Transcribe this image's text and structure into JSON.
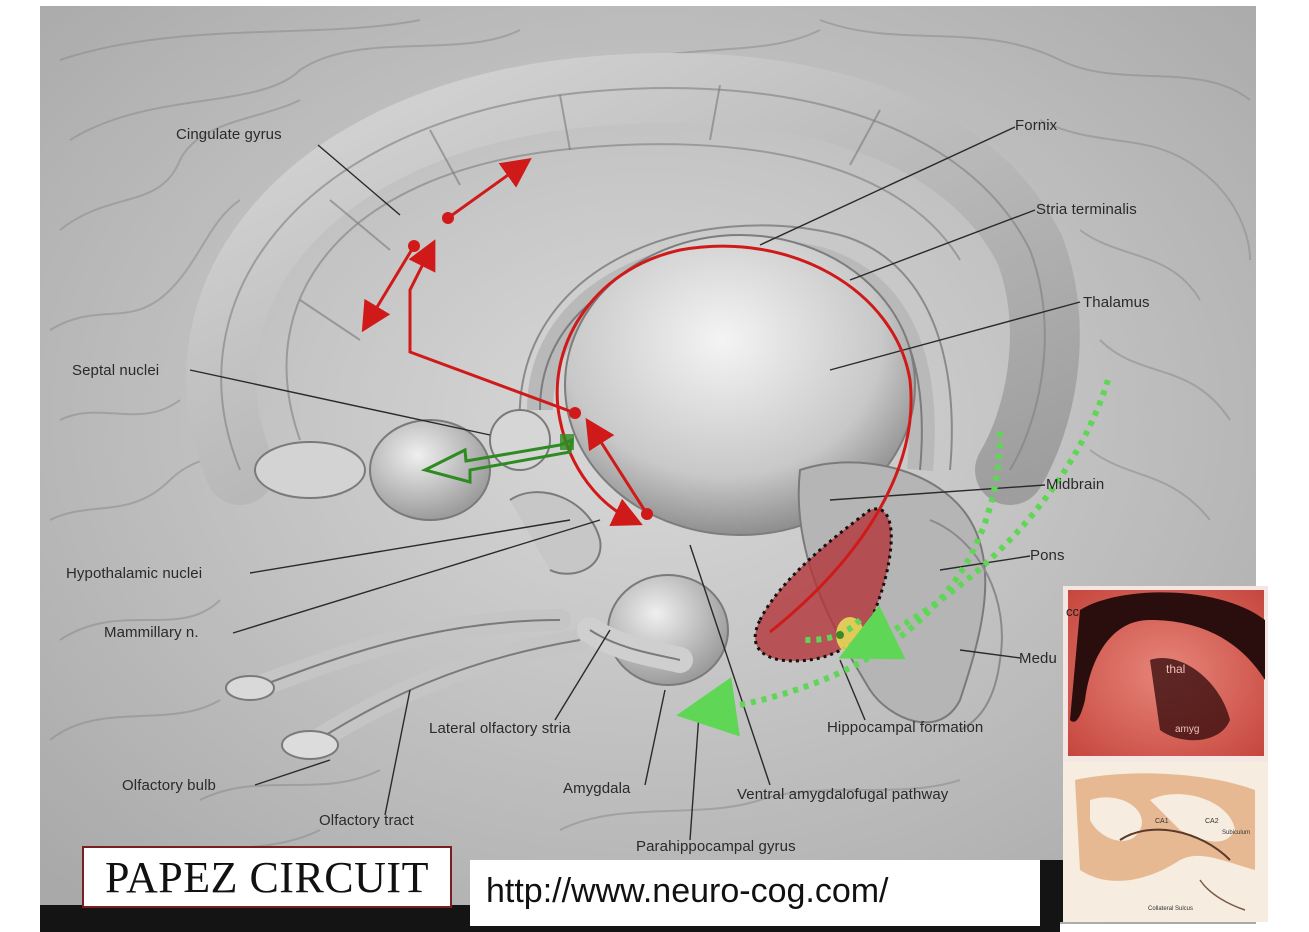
{
  "title": "PAPEZ CIRCUIT",
  "url": "http://www.neuro-cog.com/",
  "labels": {
    "cingulate_gyrus": "Cingulate gyrus",
    "fornix": "Fornix",
    "stria_terminalis": "Stria terminalis",
    "thalamus": "Thalamus",
    "septal_nuclei": "Septal nuclei",
    "midbrain": "Midbrain",
    "pons": "Pons",
    "medulla": "Medu",
    "hypothalamic_nuclei": "Hypothalamic nuclei",
    "mammillary_n": "Mammillary n.",
    "lateral_olfactory_stria": "Lateral olfactory stria",
    "hippocampal_formation": "Hippocampal formation",
    "olfactory_bulb": "Olfactory bulb",
    "amygdala": "Amygdala",
    "ventral_amygdalofugal_pathway": "Ventral amygdalofugal pathway",
    "olfactory_tract": "Olfactory tract",
    "parahippocampal_gyrus": "Parahippocampal gyrus"
  },
  "inset_labels": {
    "top_cc": "cc",
    "top_thal": "thal",
    "top_amyg": "amyg",
    "bottom_ca1": "CA1",
    "bottom_ca2": "CA2",
    "bottom_subiculum": "Subiculum",
    "bottom_collateral": "Collateral Sulcus"
  },
  "colors": {
    "circuit_red": "#d01a1a",
    "pathway_green": "#5fd655",
    "output_green": "#2e8b22",
    "hippocampus_fill": "#b3343a",
    "inset_red": "#cf5a4f",
    "inset_dark": "#2a0d0d",
    "title_border": "#7a1f1f"
  }
}
